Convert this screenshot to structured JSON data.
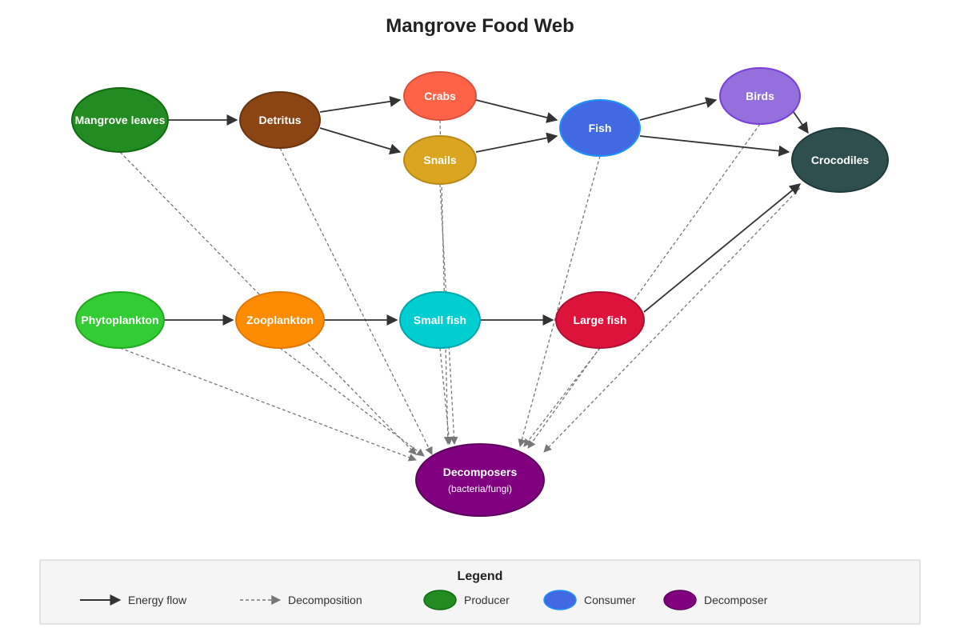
{
  "title": "Mangrove Food Web",
  "nodes": [
    {
      "id": "mangrove",
      "label": "Mangrove leaves",
      "color": "#228B22",
      "stroke": "#0E6B0E"
    },
    {
      "id": "detritus",
      "label": "Detritus",
      "color": "#8B4513",
      "stroke": "#6B3410"
    },
    {
      "id": "crabs",
      "label": "Crabs",
      "color": "#FF6347",
      "stroke": "#D9503A"
    },
    {
      "id": "snails",
      "label": "Snails",
      "color": "#DAA520",
      "stroke": "#B8891A"
    },
    {
      "id": "fish",
      "label": "Fish",
      "color": "#4169E1",
      "stroke": "#1E90FF"
    },
    {
      "id": "birds",
      "label": "Birds",
      "color": "#9370DB",
      "stroke": "#7B3FD9"
    },
    {
      "id": "crocodiles",
      "label": "Crocodiles",
      "color": "#2F4F4F",
      "stroke": "#1F3A3A"
    },
    {
      "id": "phyto",
      "label": "Phytoplankton",
      "color": "#32CD32",
      "stroke": "#22A822"
    },
    {
      "id": "zoo",
      "label": "Zooplankton",
      "color": "#FF8C00",
      "stroke": "#E07800"
    },
    {
      "id": "smallfish",
      "label": "Small fish",
      "color": "#00CED1",
      "stroke": "#00A8AB"
    },
    {
      "id": "largefish",
      "label": "Large fish",
      "color": "#DC143C",
      "stroke": "#B01030"
    },
    {
      "id": "decomposers",
      "label": "Decomposers",
      "sublabel": "(bacteria/fungi)",
      "color": "#800080",
      "stroke": "#5E005E"
    }
  ],
  "energy_edges": [
    [
      "mangrove",
      "detritus"
    ],
    [
      "detritus",
      "crabs"
    ],
    [
      "detritus",
      "snails"
    ],
    [
      "crabs",
      "fish"
    ],
    [
      "snails",
      "fish"
    ],
    [
      "fish",
      "birds"
    ],
    [
      "fish",
      "crocodiles"
    ],
    [
      "birds",
      "crocodiles"
    ],
    [
      "phyto",
      "zoo"
    ],
    [
      "zoo",
      "smallfish"
    ],
    [
      "smallfish",
      "largefish"
    ],
    [
      "largefish",
      "crocodiles"
    ]
  ],
  "decomposition_edges": [
    "mangrove",
    "detritus",
    "crabs",
    "snails",
    "fish",
    "birds",
    "crocodiles",
    "phyto",
    "zoo",
    "smallfish",
    "largefish"
  ],
  "legend": {
    "title": "Legend",
    "energy_flow": "Energy flow",
    "decomposition": "Decomposition",
    "producer": "Producer",
    "consumer": "Consumer",
    "decomposer": "Decomposer",
    "producer_color": "#228B22",
    "consumer_color": "#4169E1",
    "decomposer_color": "#800080"
  }
}
